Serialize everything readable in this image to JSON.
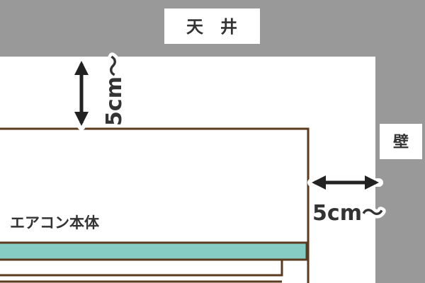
{
  "ceiling_label": "天　井",
  "wall_label": "壁",
  "unit_label": "エアコン本体",
  "clearance_top": "5cm〜",
  "clearance_side": "5cm〜",
  "colors": {
    "wall_gray": "#999999",
    "unit_outline": "#5b3a1e",
    "filter_strip": "#86ccc4",
    "label_text": "#333333"
  }
}
